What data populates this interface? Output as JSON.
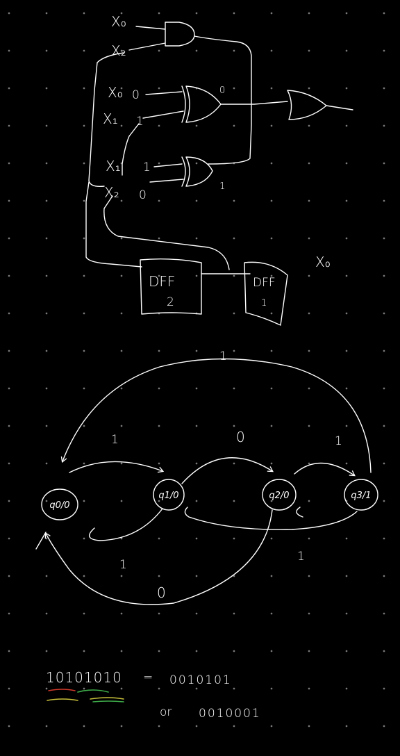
{
  "colors": {
    "background": "#000000",
    "ink": "#ffffff",
    "dot_grid": "#7a7a7a",
    "underline_red": "#d13a2a",
    "underline_yellow": "#c9c23a",
    "underline_green": "#3fae4a"
  },
  "circuit": {
    "inputs_top": {
      "x0": "X₀",
      "x2": "X₂"
    },
    "inputs_mid": {
      "x0": "X₀",
      "x0_val": "0",
      "x1": "X₁",
      "x1_val": "1",
      "xor_out_val": "0"
    },
    "inputs_low": {
      "x1": "X₁",
      "x1_val": "1",
      "x2": "X₂",
      "x2_val": "0",
      "xor_out_val": "1"
    },
    "dff2": {
      "title": "DFF",
      "index": "2"
    },
    "dff1": {
      "title": "DFF",
      "index": "1"
    },
    "side_label": "X₀"
  },
  "state_machine": {
    "states": [
      {
        "label": "q0/0"
      },
      {
        "label": "q1/0"
      },
      {
        "label": "q2/0"
      },
      {
        "label": "q3/1"
      }
    ],
    "edge_labels": {
      "q3_to_q0_top": "1",
      "q0_to_q1": "1",
      "q1_to_q2": "0",
      "q2_to_q3": "1",
      "q1_self": "1",
      "q3_to_q1": "1",
      "q2_to_q0": "0"
    }
  },
  "sequence": {
    "input": "10101010",
    "equals": "=",
    "output_a": "0010101",
    "or_label": "or",
    "output_b": "0010001"
  }
}
